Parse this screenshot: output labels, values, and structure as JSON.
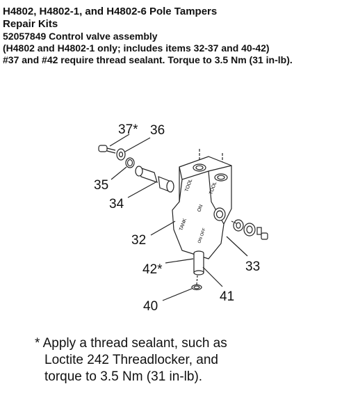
{
  "header": {
    "title_line1": "H4802, H4802-1, and H4802-6 Pole Tampers",
    "title_line2": "Repair Kits",
    "line3": "52057849 Control valve assembly",
    "line4": "(H4802 and H4802-1 only; includes items 32-37 and 40-42)",
    "line5": "#37 and #42 require thread sealant. Torque to 3.5 Nm (31 in-lb)."
  },
  "diagram": {
    "callouts": {
      "c37": "37*",
      "c36": "36",
      "c35": "35",
      "c34": "34",
      "c32": "32",
      "c33": "33",
      "c42": "42*",
      "c41": "41",
      "c40": "40"
    },
    "body_markings": {
      "tool_top": "TOOL",
      "tool_side": "TOOL",
      "on": "ON",
      "tank": "TANK",
      "on_off": "ON OFF"
    }
  },
  "footnote": {
    "line1": "* Apply a thread sealant, such as",
    "line2": "Loctite 242 Threadlocker, and",
    "line3": "torque to 3.5 Nm (31 in-lb)."
  }
}
